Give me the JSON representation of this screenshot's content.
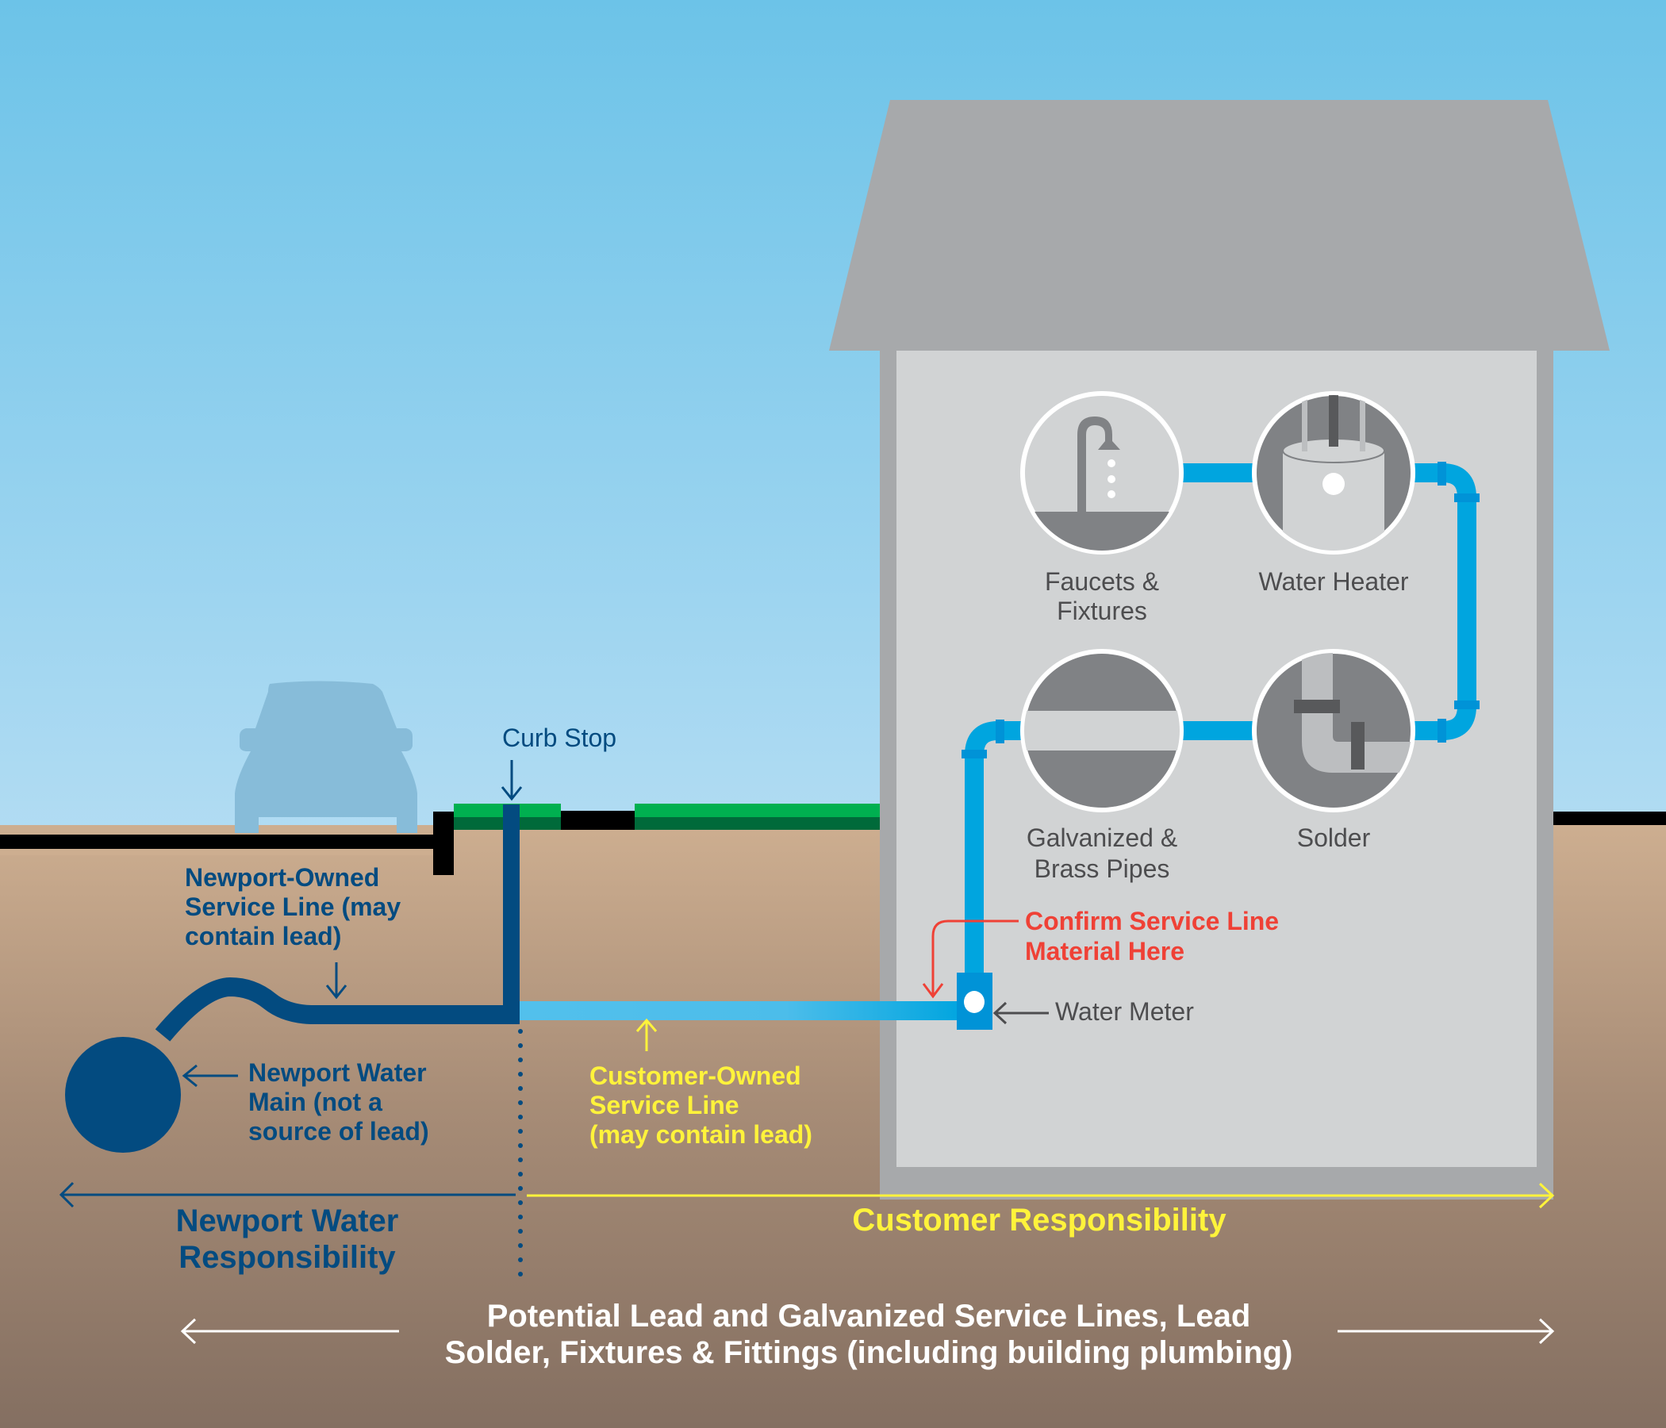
{
  "colors": {
    "sky_top": "#6cc3e8",
    "sky_bottom": "#b2dcf3",
    "soil_top": "#cdae90",
    "soil_bottom": "#846f61",
    "newport_blue": "#034b80",
    "customer_pipe": "#4fc0ec",
    "house_pipe": "#00a5df",
    "pipe_fitting": "#0093d7",
    "grass_light": "#00b050",
    "grass_dark": "#006a3a",
    "roof": "#a7a9ab",
    "house_wall": "#a7a9ab",
    "house_interior": "#d1d3d4",
    "icon_dark": "#808285",
    "icon_darker": "#58595b",
    "icon_light": "#bcbec0",
    "label_yellow": "#fff33b",
    "label_red": "#ef4136",
    "label_grey": "#4d4d4f",
    "car": "#87bcd9"
  },
  "labels": {
    "curb_stop": "Curb Stop",
    "newport_owned_line": [
      "Newport-Owned",
      "Service Line (may",
      "contain lead)"
    ],
    "water_main": [
      "Newport Water",
      "Main (not a",
      "source of lead)"
    ],
    "customer_owned_line": [
      "Customer-Owned",
      "Service Line",
      "(may contain lead)"
    ],
    "confirm_material": [
      "Confirm Service Line",
      "Material Here"
    ],
    "water_meter": "Water Meter",
    "newport_responsibility": [
      "Newport Water",
      "Responsibility"
    ],
    "customer_responsibility": "Customer Responsibility",
    "potential_lead": [
      "Potential Lead and Galvanized Service Lines, Lead",
      "Solder, Fixtures & Fittings (including building plumbing)"
    ]
  },
  "fixtures": [
    {
      "id": "faucets",
      "icon": "faucet-icon",
      "label": [
        "Faucets &",
        "Fixtures"
      ]
    },
    {
      "id": "water-heater",
      "icon": "water-heater-icon",
      "label": [
        "Water Heater"
      ]
    },
    {
      "id": "galvanized",
      "icon": "pipe-section-icon",
      "label": [
        "Galvanized &",
        "Brass Pipes"
      ]
    },
    {
      "id": "solder",
      "icon": "solder-joint-icon",
      "label": [
        "Solder"
      ]
    }
  ]
}
